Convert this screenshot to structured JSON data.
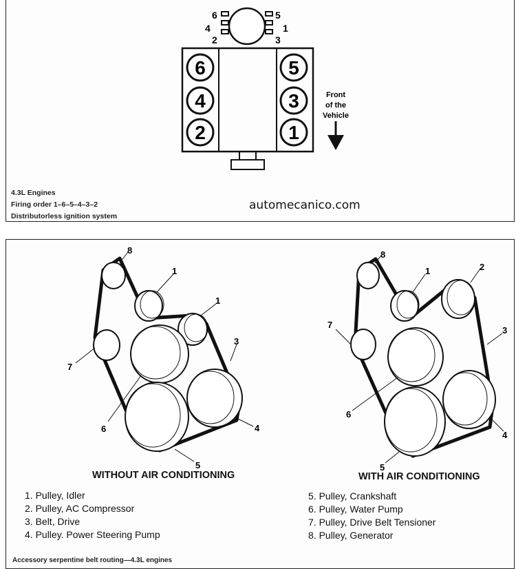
{
  "top": {
    "captions": [
      "4.3L Engines",
      "Firing order 1–6–5–4–3–2",
      "Distributorless ignition system"
    ],
    "watermark": "automecanico.com",
    "left_cylinders": [
      "6",
      "4",
      "2"
    ],
    "right_cylinders": [
      "5",
      "3",
      "1"
    ],
    "distributor_left_labels": [
      "6",
      "4",
      "2"
    ],
    "distributor_right_labels": [
      "5",
      "1",
      "3"
    ],
    "front_label": [
      "Front",
      "of the",
      "Vehicle"
    ]
  },
  "bottom": {
    "title_left": "WITHOUT AIR CONDITIONING",
    "title_right": "WITH AIR CONDITIONING",
    "legend_left": [
      "1.  Pulley, Idler",
      "2.  Pulley, AC Compressor",
      "3.  Belt, Drive",
      "4.  Pulley. Power Steering Pump"
    ],
    "legend_right": [
      "5.  Pulley, Crankshaft",
      "6.  Pulley, Water Pump",
      "7.  Pulley, Drive Belt Tensioner",
      "8.  Pulley, Generator"
    ],
    "caption": "Accessory serpentine belt routing—4.3L engines",
    "callouts_left": [
      "8",
      "1",
      "1",
      "3",
      "7",
      "6",
      "4",
      "5"
    ],
    "callouts_right": [
      "8",
      "1",
      "2",
      "7",
      "3",
      "6",
      "4",
      "5"
    ]
  }
}
